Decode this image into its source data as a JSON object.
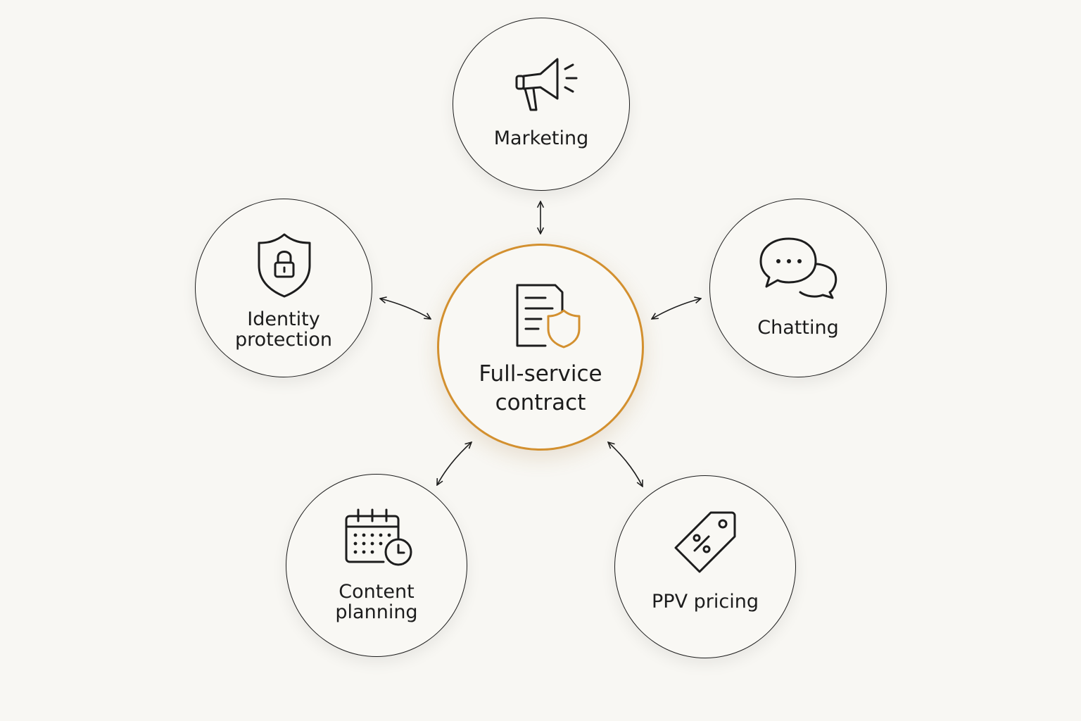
{
  "center": {
    "label_lines": [
      "Full-service",
      "contract"
    ],
    "icon": "document-shield-icon",
    "accent": "#d3902f"
  },
  "nodes": {
    "marketing": {
      "label_lines": [
        "Marketing"
      ],
      "icon": "megaphone-icon"
    },
    "chatting": {
      "label_lines": [
        "Chatting"
      ],
      "icon": "chat-bubbles-icon"
    },
    "ppv_pricing": {
      "label_lines": [
        "PPV pricing"
      ],
      "icon": "price-tag-icon"
    },
    "content_planning": {
      "label_lines": [
        "Content",
        "planning"
      ],
      "icon": "calendar-clock-icon"
    },
    "identity_protection": {
      "label_lines": [
        "Identity",
        "protection"
      ],
      "icon": "shield-lock-icon"
    }
  },
  "colors": {
    "background": "#f8f7f3",
    "stroke": "#1d1d1d",
    "accent": "#d3902f"
  },
  "connectors": "bidirectional-arrows"
}
